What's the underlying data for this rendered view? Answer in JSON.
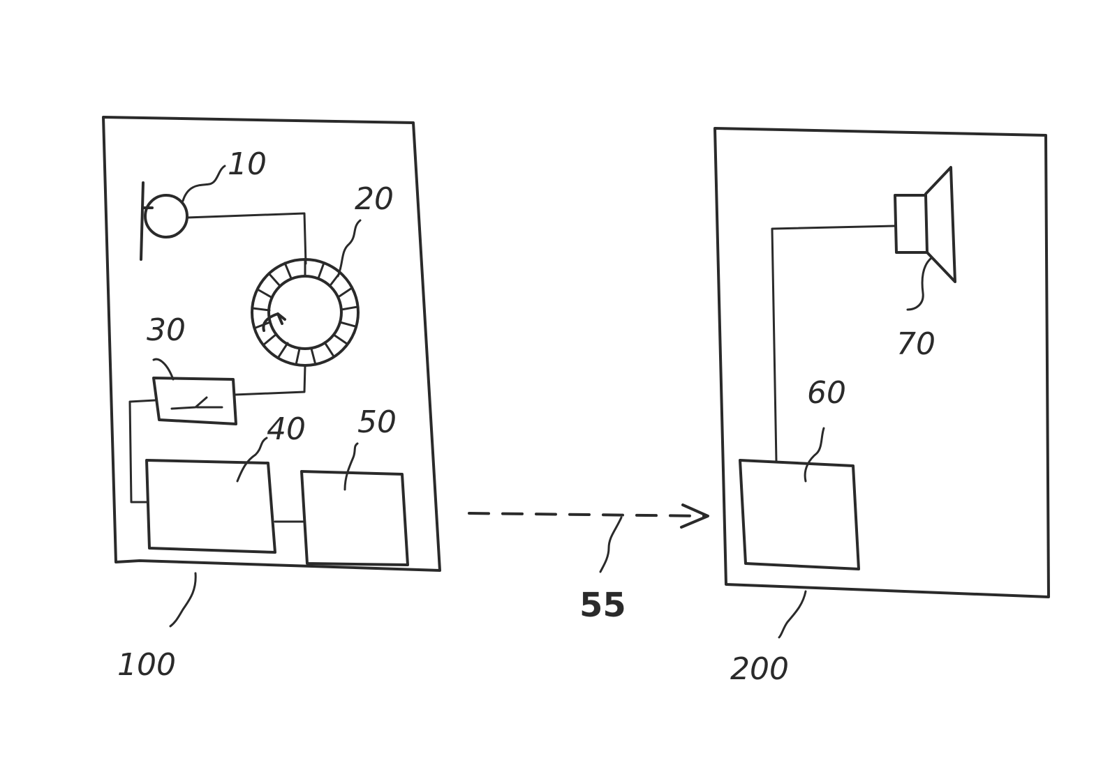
{
  "labels": {
    "microphone": "10",
    "coil": "20",
    "switch": "30",
    "block_40": "40",
    "block_50": "50",
    "link": "55",
    "block_60": "60",
    "speaker": "70",
    "device_100": "100",
    "device_200": "200"
  }
}
